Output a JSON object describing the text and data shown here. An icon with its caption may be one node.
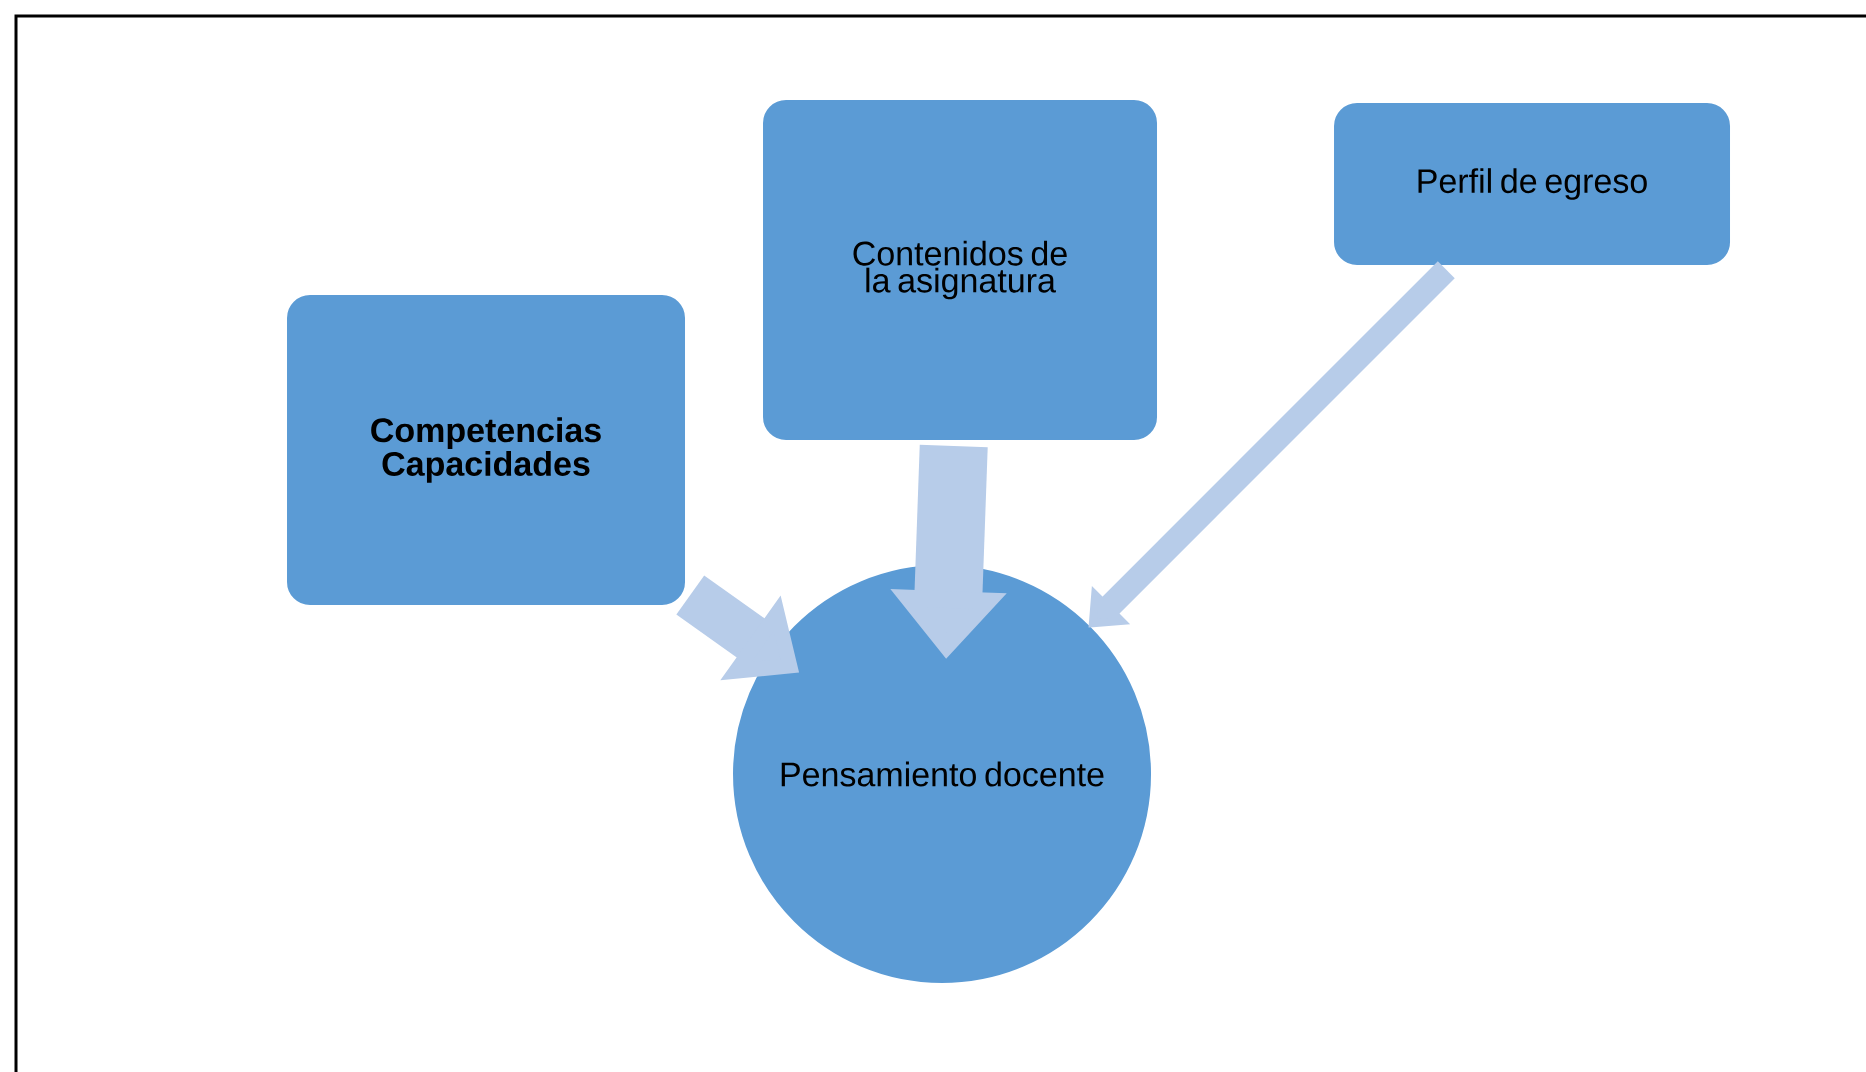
{
  "diagram": {
    "nodes": [
      {
        "text": [
          "Competencias Capacidades"
        ]
      },
      {
        "text": [
          "Contenidos de la asignatura"
        ]
      },
      {
        "text": [
          "Perfil de egreso"
        ]
      },
      {
        "text": [
          "Pensamiento docente"
        ]
      }
    ],
    "edges": [
      {
        "from": 0,
        "to": 3,
        "arrow": "to"
      },
      {
        "from": 1,
        "to": 3,
        "arrow": "to"
      },
      {
        "from": 2,
        "to": 3,
        "arrow": "to"
      }
    ]
  }
}
